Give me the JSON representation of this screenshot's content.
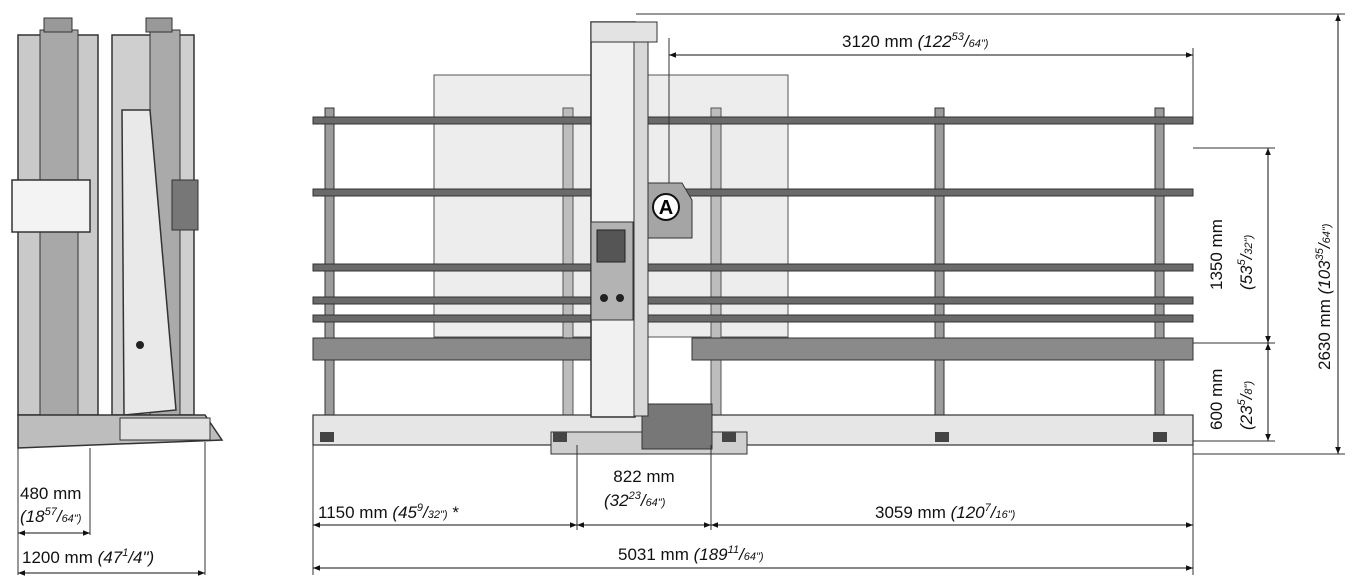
{
  "diagram": {
    "kind": "technical dimension drawing of a vertical panel saw (side view and front view)",
    "callout_label": "A",
    "dimensions": {
      "side_depth": {
        "main": "480 mm",
        "imperial_whole": "(18",
        "imperial_num": "57",
        "imperial_den": "64\")"
      },
      "side_width": {
        "main": "1200 mm",
        "imperial_whole": "(47",
        "imperial_num": "1",
        "imperial_den": "4\")"
      },
      "top_span": {
        "main": "3120 mm",
        "imperial_whole": "(122",
        "imperial_num": "53",
        "imperial_den": "64\")"
      },
      "total_height": {
        "main": "2630 mm",
        "imperial_whole": "(103",
        "imperial_num": "35",
        "imperial_den": "64\")"
      },
      "upper_height": {
        "main": "1350 mm",
        "imperial_whole": "(53",
        "imperial_num": "5",
        "imperial_den": "32\")"
      },
      "lower_height": {
        "main": "600 mm",
        "imperial_whole": "(23",
        "imperial_num": "5",
        "imperial_den": "8\")"
      },
      "left_span": {
        "main": "1150 mm",
        "imperial_whole": "(45",
        "imperial_num": "9",
        "imperial_den": "32\")",
        "note": "*"
      },
      "center_span": {
        "main": "822 mm",
        "imperial_whole": "(32",
        "imperial_num": "23",
        "imperial_den": "64\")"
      },
      "right_span": {
        "main": "3059 mm",
        "imperial_whole": "(120",
        "imperial_num": "7",
        "imperial_den": "16\")"
      },
      "overall_length": {
        "main": "5031 mm",
        "imperial_whole": "(189",
        "imperial_num": "11",
        "imperial_den": "64\")"
      }
    }
  }
}
